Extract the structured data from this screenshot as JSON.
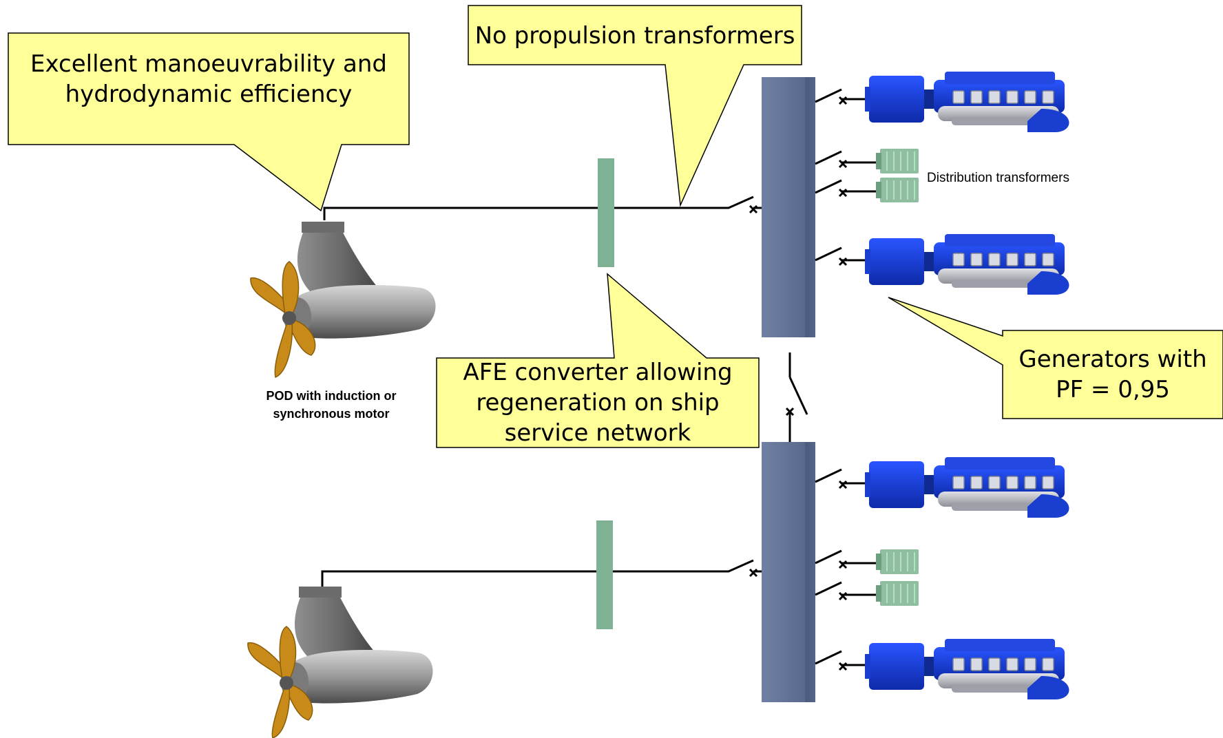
{
  "callouts": {
    "manoeuvrability": "Excellent manoeuvrability and\nhydrodynamic efficiency",
    "no_transformers": "No propulsion transformers",
    "afe_converter": "AFE converter allowing\nregeneration on ship\nservice network",
    "generators": "Generators with\nPF = 0,95"
  },
  "labels": {
    "pod": "POD with induction or\nsynchronous motor",
    "distribution_transformers": "Distribution transformers"
  },
  "colors": {
    "callout_fill": "#ffff99",
    "switchboard": "#5d6e93",
    "converter": "#7fb294",
    "generator": "#1a3fd0",
    "engine_body": "#b7b9c0",
    "propeller": "#c88a18",
    "pod_body": "#8a8a8a"
  }
}
